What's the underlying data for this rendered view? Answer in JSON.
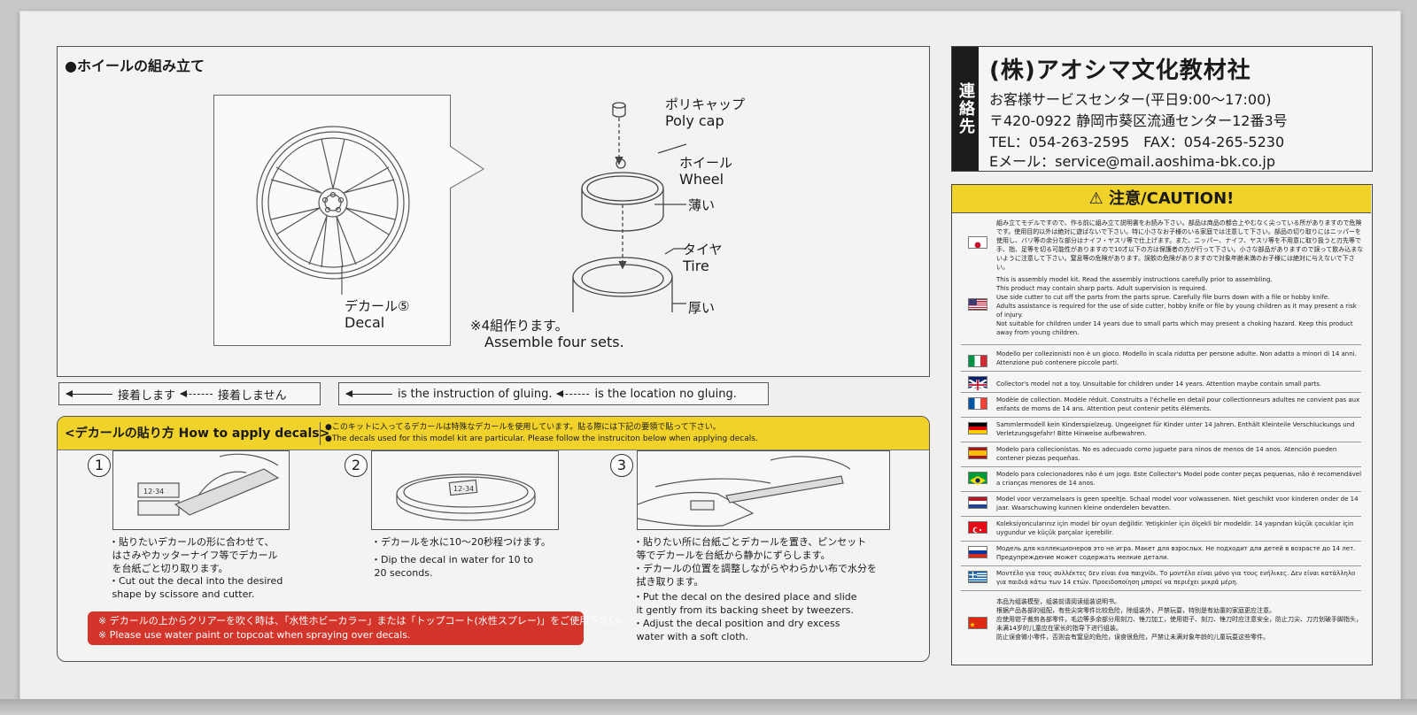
{
  "assembly": {
    "title": "●ホイールの組み立て",
    "decal_jp": "デカール⑤",
    "decal_en": "Decal",
    "polycap_jp": "ポリキャップ",
    "polycap_en": "Poly cap",
    "wheel_jp": "ホイール",
    "wheel_en": "Wheel",
    "thin": "薄い",
    "tire_jp": "タイヤ",
    "tire_en": "Tire",
    "thick": "厚い",
    "sets_jp": "※4組作ります。",
    "sets_en": "Assemble four sets."
  },
  "legend": {
    "jp_glue": "接着します",
    "jp_noglue": "接着しません",
    "en_glue": "is the instruction of gluing.",
    "en_noglue": "is the location no gluing."
  },
  "decals": {
    "heading": "<デカールの貼り方 How to apply decals>",
    "note_jp": "●このキットに入ってるデカールは特殊なデカールを使用しています。貼る際には下記の要領で貼って下さい。",
    "note_en": "●The decals used for this model kit are particular. Please follow the instruciton below when applying decals.",
    "decal_print": "12-34",
    "steps": [
      {
        "num": "1",
        "jp": "・貼りたいデカールの形に合わせて、\n はさみやカッターナイフ等でデカール\n を台紙ごと切り取ります。",
        "en": "・Cut out the decal into the desired\n shape by scissore and cutter."
      },
      {
        "num": "2",
        "jp": "・デカールを水に10〜20秒程つけます。",
        "en": "・Dip the decal in water for 10 to\n 20 seconds."
      },
      {
        "num": "3",
        "jp": "・貼りたい所に台紙ごとデカールを置き、ピンセット\n 等でデカールを台紙から静かにずらします。\n・デカールの位置を調整しながらやわらかい布で水分を\n 拭き取ります。",
        "en": "・Put the decal on the desired place and slide\n it gently from its backing sheet by tweezers.\n・Adjust the decal position and dry excess\n water with a soft cloth."
      }
    ],
    "warn_jp": "※ デカールの上からクリアーを吹く時は、「水性ホビーカラー」または「トップコート(水性スプレー)」をご使用下さい。",
    "warn_en": "※ Please use water paint or topcoat when spraying over decals."
  },
  "contact": {
    "tab": "連絡先",
    "company": "(株)アオシマ文化教材社",
    "center": "お客様サービスセンター(平日9:00〜17:00)",
    "address": "〒420-0922 静岡市葵区流通センター12番3号",
    "phone": "TEL：054-263-2595　FAX：054-265-5230",
    "email": "Eメール：service@mail.aoshima-bk.co.jp"
  },
  "caution": {
    "title": "注意/CAUTION!",
    "jp": "組み立てモデルですので、作る前に組み立て説明書をお読み下さい。部品は商品の都合上やむなく尖っている所がありますので危険です。使用目的以外は絶対に遊ばないで下さい。特に小さなお子様のいる家庭では注意して下さい。部品の切り取りにはニッパーを使用し、バリ等の余分な部分はナイフ・ヤスリ等で仕上げます。また、ニッパー、ナイフ、ヤスリ等を不用意に取り扱うと刃先等で手、指、足等を切る可能性がありますので10才以下の方は保護者の方が行って下さい。小さな部品がありますので誤って飲み込まないように注意して下さい。窒息等の危険があります。誤飲の危険がありますので対象年齢未満のお子様には絶対に与えないで下さい。",
    "en": "This is assembly model kit. Read the assembly instructions carefully prior to assembling.\nThis product may contain sharp parts. Adult supervision is required.\nUse side cutter to cut off the parts from the parts sprue. Carefully file burrs down with a file or hobby knife.\nAdults assistance is required for the use of side cutter, hobby knife or file by young children as it may present a risk of injury.\nNot suitable for children under 14 years due to small parts which may present a choking hazard. Keep this product away from young children.",
    "langs": [
      {
        "text": "Modello per collezionisti non è un gioco. Modello in scala ridotta per persone adulte. Non adatto a minori di 14 anni. Attenzione può contenere piccole parti."
      },
      {
        "text": "Collector's model not a toy. Unsuitable for children under 14 years. Attention maybe contain small parts."
      },
      {
        "text": "Modèle de collection. Modèle réduit. Construits a l'échelle en detail pour collectionneurs adultes ne convient pas aux enfants de moms de 14 ans. Attention peut contenir petits éléments."
      },
      {
        "text": "Sammlermodell kein Kinderspielzeug. Ungeeignet für Kinder unter 14 Jahren. Enthält Kleinteile Verschluckungs und Verletzungsgefahr! Bitte Hinweise aufbewahren."
      },
      {
        "text": "Modelo para collecionistas. No es adecuado como juguete para ninos de menos de 14 anos. Atención pueden contener piezas pequeñas."
      },
      {
        "text": "Modelo para colecionadores não é um jogo. Este Collector's Model pode conter peças pequenas, não é recomendável a crianças menores de 14 anos."
      },
      {
        "text": "Model voor verzamelaars is geen speeltje. Schaal model voor volwassenen. Niet geschikt voor kinderen onder de 14 jaar. Waarschuwing kunnen kleine onderdelen bevatten."
      },
      {
        "text": "Koleksiyoncularınız için model bir oyun değildir. Yetişkinler için ölçekli bir modeldir. 14 yaşından küçük çocuklar için uygundur ve küçük parçalar içerebilir."
      },
      {
        "text": "Модель для коллекционеров это не игра. Макет для взрослых. Не подходит для детей в возрасте до 14 лет. Предупреждение может содержать мелкие детали."
      },
      {
        "text": "Μοντέλο για τους συλλέκτες δεν είναι ένα παιχνίδι. Το μοντέλο είναι μόνο για τους ενήλικες. Δεν είναι κατάλληλο για παιδιά κάτω των 14 ετών. Προειδοποίηση μπορεί να περιέχει μικρά μέρη."
      },
      {
        "text": "本品为组装模型，组装前请阅读组装说明书。\n根据产品各部的组配，有些尖突零件比较危险，除组装外，严禁玩耍，特别是有幼童的家庭更应注意。\n应使用钳子裁剪各部零件，毛边等多余部分用刻刀、锉刀加工，使用钳子、刻刀、锉刀时应注意安全，防止刀尖、刀刃划破手脚指头，未满14岁的儿童应在家长的指导下进行组装。\n防止误食微小零件，否则会有窒息的危险，误食很危险，严禁让未满对象年龄的儿童玩耍这些零件。"
      }
    ]
  }
}
